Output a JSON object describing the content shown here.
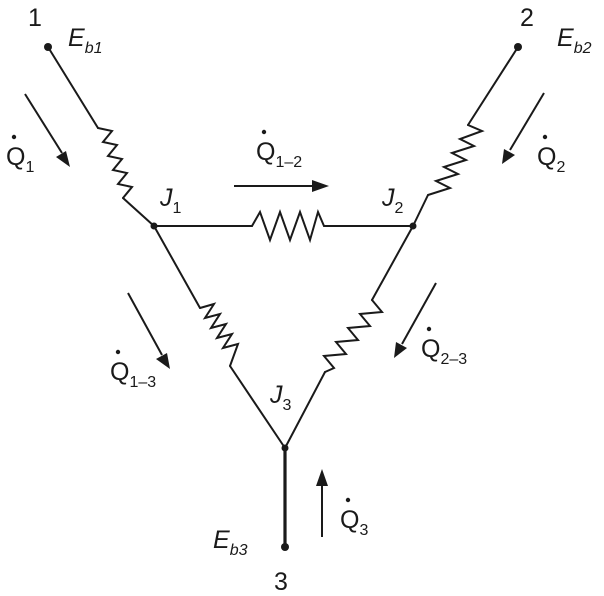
{
  "nodes": {
    "n1": "1",
    "n2": "2",
    "n3": "3"
  },
  "potentials": {
    "eb1": {
      "main": "E",
      "sub": "b1"
    },
    "eb2": {
      "main": "E",
      "sub": "b2"
    },
    "eb3": {
      "main": "E",
      "sub": "b3"
    }
  },
  "junctions": {
    "j1": {
      "main": "J",
      "sub": "1"
    },
    "j2": {
      "main": "J",
      "sub": "2"
    },
    "j3": {
      "main": "J",
      "sub": "3"
    }
  },
  "heat_flows": {
    "q1": {
      "main": "Q",
      "sub": "1"
    },
    "q2": {
      "main": "Q",
      "sub": "2"
    },
    "q3": {
      "main": "Q",
      "sub": "3"
    },
    "q12": {
      "main": "Q",
      "sub": "1–2"
    },
    "q13": {
      "main": "Q",
      "sub": "1–3"
    },
    "q23": {
      "main": "Q",
      "sub": "2–3"
    }
  },
  "colors": {
    "ink": "#1a1a1a",
    "background": "#ffffff"
  }
}
